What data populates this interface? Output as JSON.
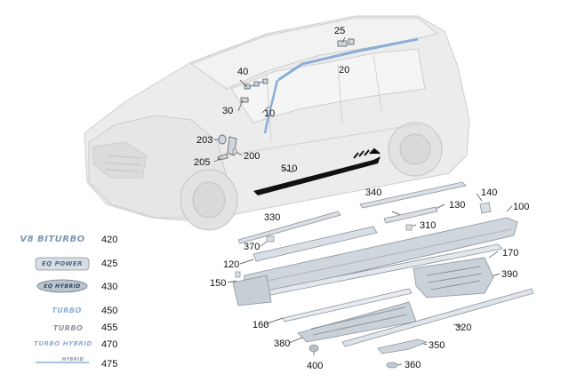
{
  "callouts": {
    "c25": "25",
    "c20": "20",
    "c40": "40",
    "c30": "30",
    "c10": "10",
    "c203": "203",
    "c205": "205",
    "c200": "200",
    "c510": "510",
    "c340": "340",
    "c140": "140",
    "c130": "130",
    "c100": "100",
    "c330": "330",
    "c310": "310",
    "c370": "370",
    "c170": "170",
    "c120": "120",
    "c390": "390",
    "c150": "150",
    "c160": "160",
    "c320": "320",
    "c380": "380",
    "c350": "350",
    "c400": "400",
    "c360": "360"
  },
  "emblems": [
    {
      "id": "420",
      "text": "V8 BITURBO"
    },
    {
      "id": "425",
      "text": "EQ POWER"
    },
    {
      "id": "430",
      "text": "EQ HYBRID"
    },
    {
      "id": "450",
      "text": "TURBO"
    },
    {
      "id": "455",
      "text": "TURBO"
    },
    {
      "id": "470",
      "text": "TURBO HYBRID"
    },
    {
      "id": "475",
      "text": "HYBRID"
    }
  ],
  "colors": {
    "car_fill": "#ececec",
    "car_stroke": "#c8c8c8",
    "part_fill": "#d7dde3",
    "part_stroke": "#8a929a",
    "accent_blue": "#8aaed6"
  }
}
